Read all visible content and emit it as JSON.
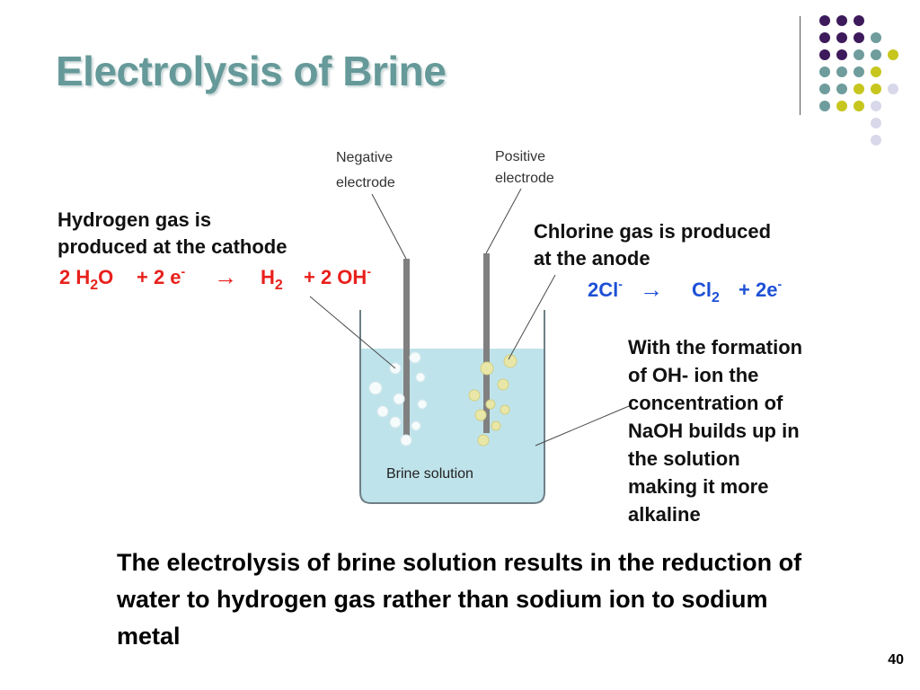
{
  "slide": {
    "title": "Electrolysis of Brine",
    "page_number": "40",
    "colors": {
      "title": "#669999",
      "red_equation": "#e8201c",
      "blue_equation": "#1e50d6",
      "solution": "#bfe3ea"
    }
  },
  "diagram": {
    "negative_electrode": {
      "line1": "Negative",
      "line2": "electrode"
    },
    "positive_electrode": {
      "line1": "Positive",
      "line2": "electrode"
    },
    "cathode_note": {
      "line1": "Hydrogen gas is",
      "line2": "produced at the cathode"
    },
    "cathode_equation": {
      "coef1": "2 H",
      "sub1": "2",
      "mol1": "O",
      "plus1": "+ 2 e",
      "sup1": "-",
      "arrow": "→",
      "prod1": "H",
      "sub2": "2",
      "plus2": "+ 2 OH",
      "sup2": "-"
    },
    "anode_note": {
      "line1": "Chlorine gas is produced",
      "line2": "at  the anode"
    },
    "anode_equation": {
      "reactant": "2Cl",
      "sup1": "-",
      "arrow": "→",
      "prod": "Cl",
      "sub": "2",
      "plus": "+ 2e",
      "sup2": "-"
    },
    "naoh_note": [
      "With the formation",
      "of OH- ion the",
      "concentration of",
      "NaOH builds up in",
      "the solution",
      "making it more",
      "alkaline"
    ],
    "beaker_label": "Brine solution"
  },
  "bottom_text": "The electrolysis of brine solution results in the reduction of water to hydrogen gas rather than sodium ion to sodium metal"
}
